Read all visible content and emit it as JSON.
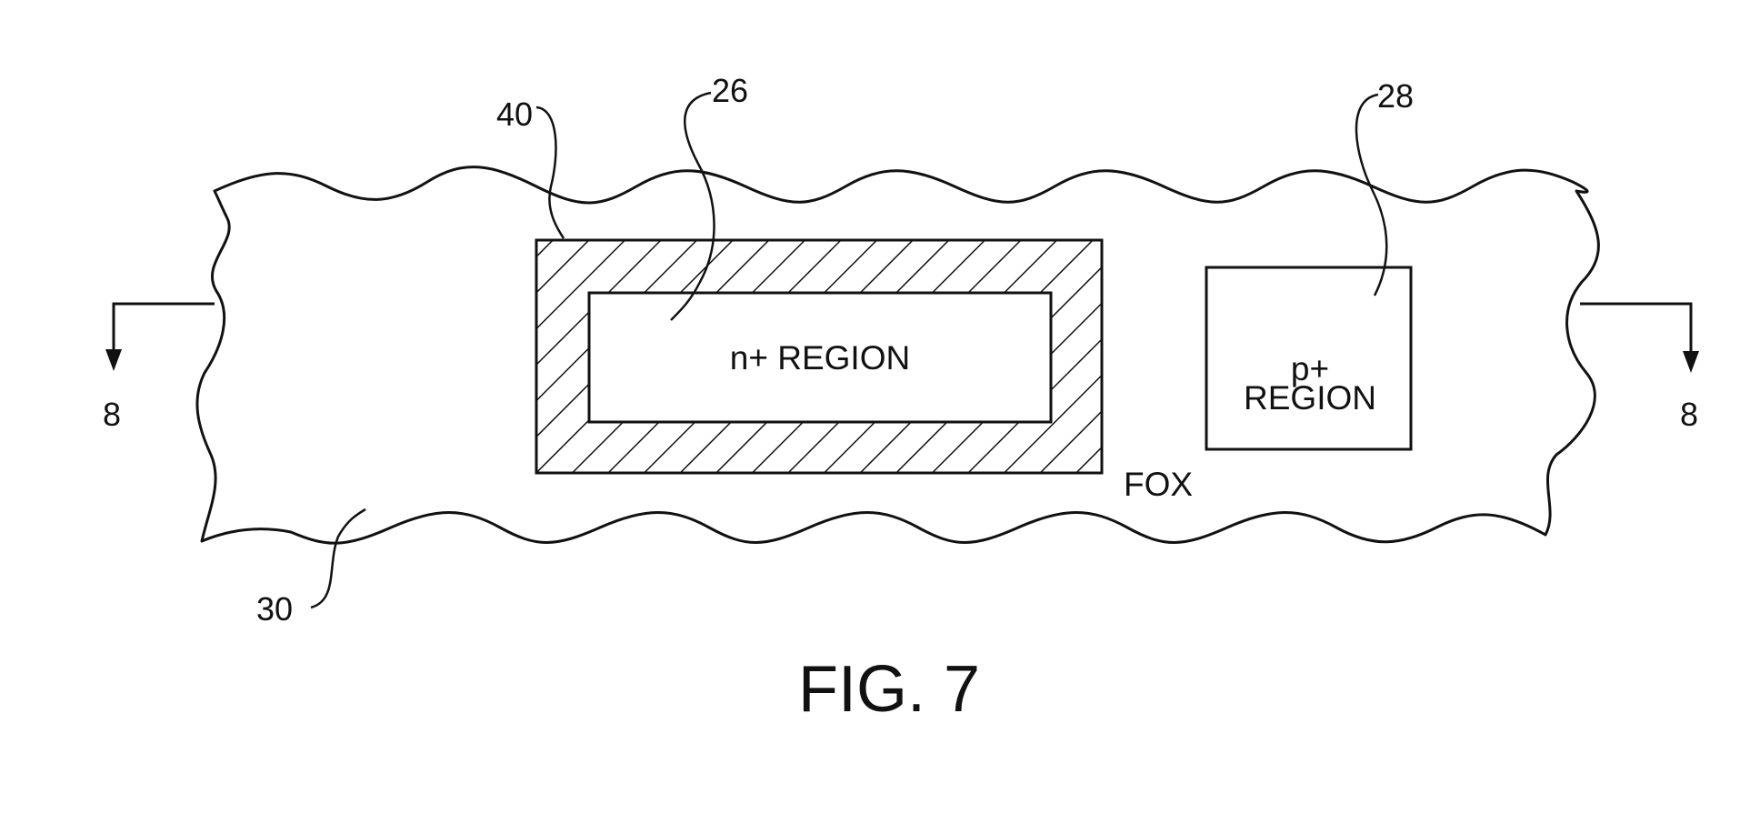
{
  "figure": {
    "title": "FIG. 7",
    "section_label_left": "8",
    "section_label_right": "8",
    "references": {
      "fox_ring": "40",
      "n_region": "26",
      "p_region": "28",
      "substrate": "30"
    },
    "regions": {
      "n_plus": "n+ REGION",
      "p_plus_line1": "p+",
      "p_plus_line2": "REGION",
      "field_oxide": "FOX"
    }
  }
}
